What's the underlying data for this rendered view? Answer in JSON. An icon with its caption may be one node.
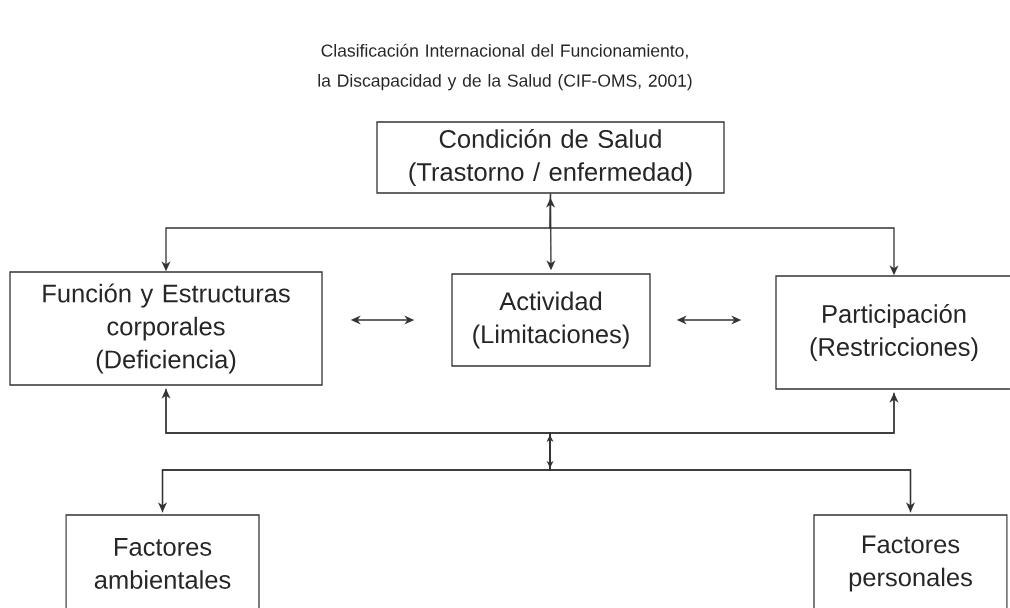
{
  "diagram": {
    "title": "Clasificación Internacional del Funcionamiento, la Discapacidad y de la Salud (CIF-OMS, 2001)",
    "nodes": [
      {
        "text": [
          "Condición de Salud (Trastorno / enfermedad)"
        ]
      },
      {
        "text": [
          "Función y Estructuras corporales (Deficiencia)"
        ]
      },
      {
        "text": [
          "Actividad (Limitaciones)"
        ]
      },
      {
        "text": [
          "Participación (Restricciones)"
        ]
      },
      {
        "text": [
          "Factores ambientales"
        ]
      },
      {
        "text": [
          "Factores personales"
        ]
      }
    ],
    "edges": [
      {
        "from": 0,
        "to": 1,
        "arrow": "to"
      },
      {
        "from": 0,
        "to": 3,
        "arrow": "to"
      },
      {
        "from": 0,
        "to": 2,
        "arrow": "both"
      },
      {
        "from": 1,
        "to": 2,
        "arrow": "both"
      },
      {
        "from": 2,
        "to": 3,
        "arrow": "both"
      },
      {
        "from": 4,
        "to": 1,
        "arrow": "both"
      },
      {
        "from": 4,
        "to": 3,
        "arrow": "none"
      },
      {
        "from": 5,
        "to": 1,
        "arrow": "none"
      },
      {
        "from": 5,
        "to": 3,
        "arrow": "both"
      }
    ]
  }
}
